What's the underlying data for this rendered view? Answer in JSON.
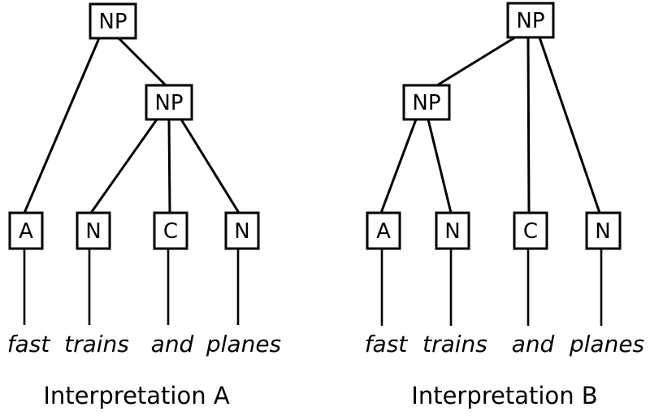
{
  "colors": {
    "background": "#ffffff",
    "stroke": "#000000",
    "text": "#000000"
  },
  "phrase": "fast trains and planes",
  "trees": [
    {
      "id": "A",
      "caption": "Interpretation A",
      "root_label": "NP",
      "inner_label": "NP",
      "leaf_labels": [
        "A",
        "N",
        "C",
        "N"
      ],
      "words": [
        "fast",
        "trains",
        "and",
        "planes"
      ],
      "edges": [
        [
          "NP-root",
          "A"
        ],
        [
          "NP-root",
          "NP-inner"
        ],
        [
          "NP-inner",
          "N1"
        ],
        [
          "NP-inner",
          "C"
        ],
        [
          "NP-inner",
          "N2"
        ],
        [
          "A",
          "fast"
        ],
        [
          "N1",
          "trains"
        ],
        [
          "C",
          "and"
        ],
        [
          "N2",
          "planes"
        ]
      ]
    },
    {
      "id": "B",
      "caption": "Interpretation B",
      "root_label": "NP",
      "inner_label": "NP",
      "leaf_labels": [
        "A",
        "N",
        "C",
        "N"
      ],
      "words": [
        "fast",
        "trains",
        "and",
        "planes"
      ],
      "edges": [
        [
          "NP-root",
          "NP-inner"
        ],
        [
          "NP-root",
          "C"
        ],
        [
          "NP-root",
          "N2"
        ],
        [
          "NP-inner",
          "A"
        ],
        [
          "NP-inner",
          "N1"
        ],
        [
          "A",
          "fast"
        ],
        [
          "N1",
          "trains"
        ],
        [
          "C",
          "and"
        ],
        [
          "N2",
          "planes"
        ]
      ]
    }
  ]
}
